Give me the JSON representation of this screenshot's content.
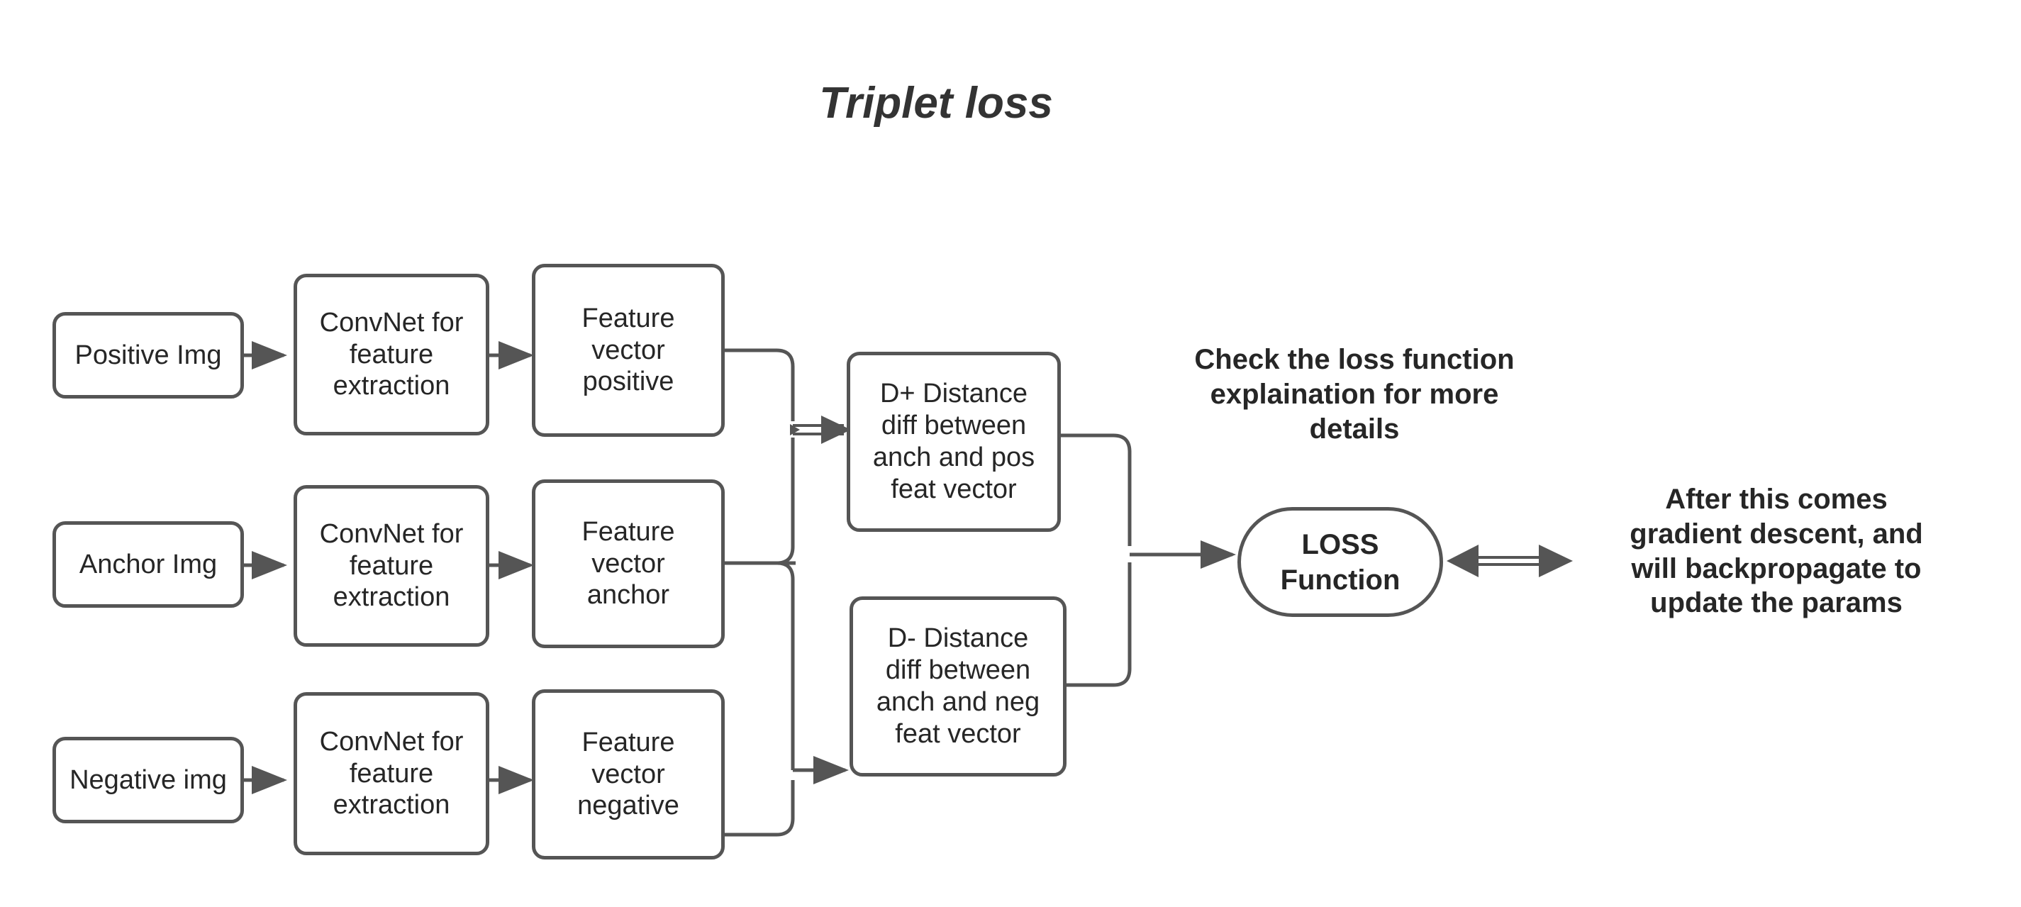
{
  "page": {
    "title": "Triplet loss",
    "background_color": "#ffffff",
    "stroke_color": "#555555",
    "text_color": "#262626"
  },
  "diagram": {
    "type": "flowchart",
    "rows": [
      {
        "name": "positive",
        "input_label": "Positive Img",
        "convnet_label": "ConvNet for\nfeature\nextraction",
        "feature_label": "Feature\nvector\npositive"
      },
      {
        "name": "anchor",
        "input_label": "Anchor Img",
        "convnet_label": "ConvNet for\nfeature\nextraction",
        "feature_label": "Feature\nvector\nanchor"
      },
      {
        "name": "negative",
        "input_label": "Negative img",
        "convnet_label": "ConvNet for\nfeature\nextraction",
        "feature_label": "Feature\nvector\nnegative"
      }
    ],
    "distance_positive": "D+ Distance\ndiff between\nanch and pos\nfeat vector",
    "distance_negative": "D- Distance\ndiff between\nanch and neg\nfeat vector",
    "loss_node": "LOSS\nFunction",
    "note_loss": "Check the loss function\nexplaination for more\ndetails",
    "note_backprop": "After this comes\ngradient descent, and\nwill backpropagate to\nupdate the params"
  }
}
